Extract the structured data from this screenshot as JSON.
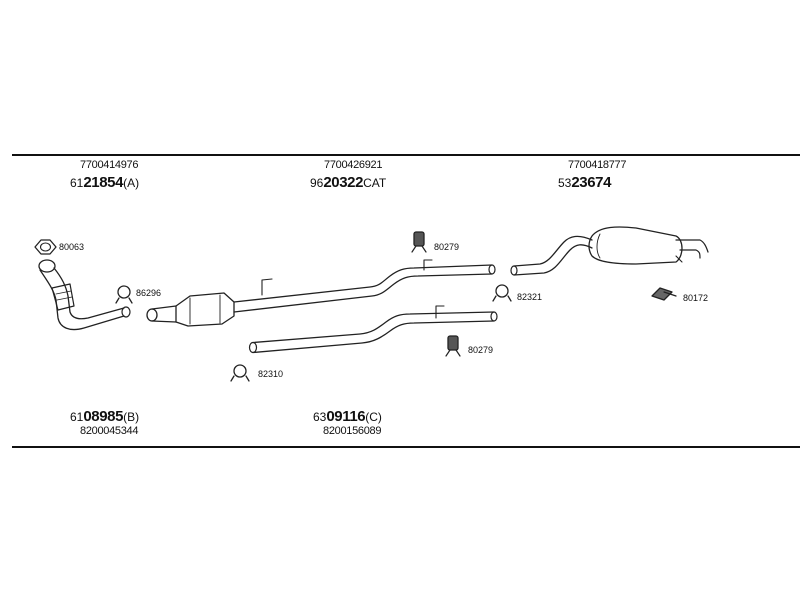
{
  "parts": {
    "front_pipe": {
      "oem": "7700414976",
      "prefix": "61",
      "number": "21854",
      "suffix": "(A)"
    },
    "catalyst_pipe": {
      "oem": "7700426921",
      "prefix": "96",
      "number": "20322",
      "suffix": "CAT"
    },
    "rear_silencer": {
      "oem": "7700418777",
      "prefix": "53",
      "number": "23674",
      "suffix": ""
    },
    "downpipe": {
      "prefix": "61",
      "number": "08985",
      "suffix": "(B)",
      "oem": "8200045344"
    },
    "middle_pipe": {
      "prefix": "63",
      "number": "09116",
      "suffix": "(C)",
      "oem": "8200156089"
    }
  },
  "callouts": {
    "gasket": "80063",
    "clamp_left": "86296",
    "hanger_top": "80279",
    "clamp_right": "82321",
    "hanger_right": "80172",
    "clamp_bottom": "82310",
    "hanger_bottom": "80279"
  }
}
